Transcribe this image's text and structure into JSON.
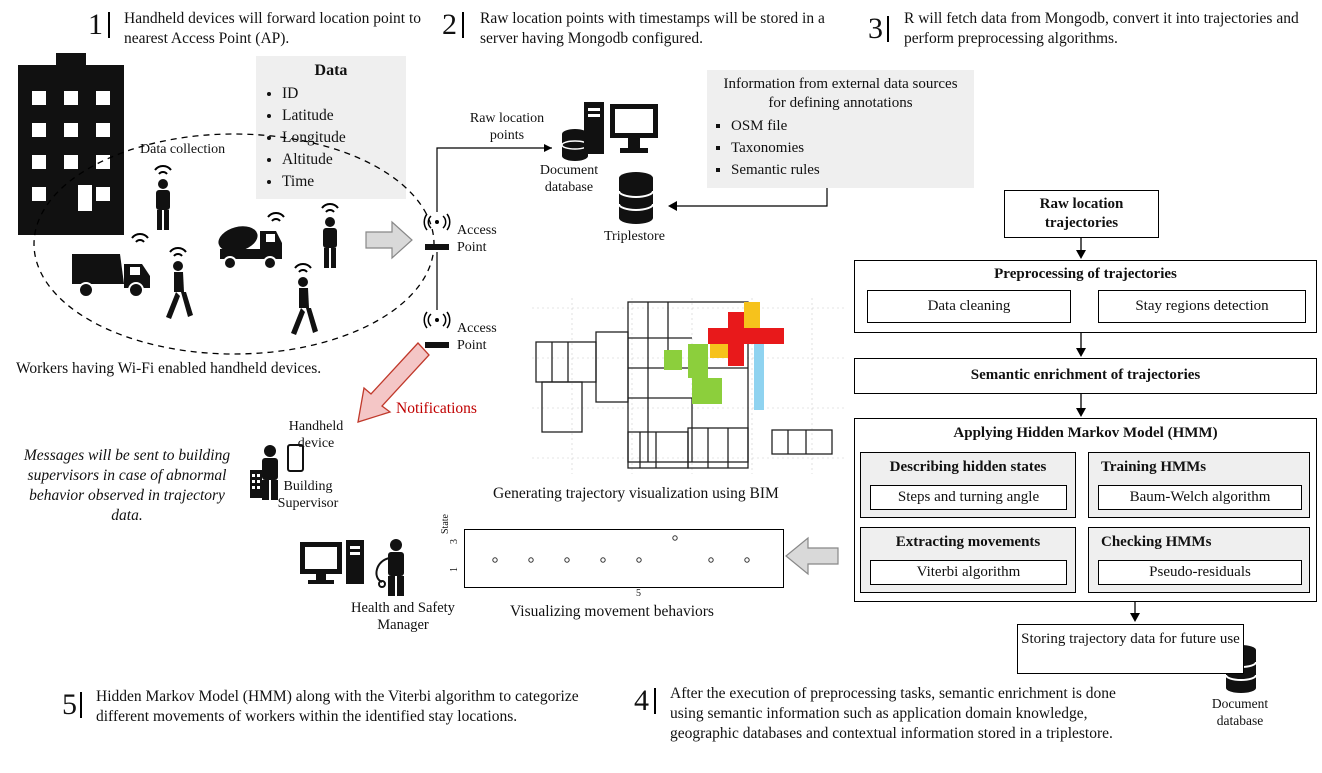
{
  "steps": [
    {
      "num": "1",
      "text": "Handheld devices will forward location point to nearest Access Point (AP)."
    },
    {
      "num": "2",
      "text": "Raw location points with timestamps will be stored in a server having Mongodb configured."
    },
    {
      "num": "3",
      "text": "R will fetch data from Mongodb, convert it into trajectories and perform preprocessing algorithms."
    },
    {
      "num": "4",
      "text": "After the execution of preprocessing tasks, semantic enrichment is done using semantic information such as application domain knowledge, geographic databases and contextual information stored in a triplestore."
    },
    {
      "num": "5",
      "text": "Hidden Markov Model (HMM) along with the Viterbi algorithm to categorize different movements of workers within the identified stay locations."
    }
  ],
  "data_box": {
    "title": "Data",
    "items": [
      "ID",
      "Latitude",
      "Longitude",
      "Altitude",
      "Time"
    ]
  },
  "labels": {
    "data_collection": "Data collection",
    "workers": "Workers having Wi-Fi enabled handheld devices.",
    "access_point_1": "Access Point",
    "access_point_2": "Access Point",
    "raw_location_points": "Raw location points",
    "document_database_1": "Document database",
    "triplestore": "Triplestore",
    "notifications": "Notifications",
    "handheld_device": "Handheld device",
    "building_supervisor": "Building Supervisor",
    "messages": "Messages will be sent to building supervisors in case of abnormal behavior observed in trajectory data.",
    "bim_caption": "Generating trajectory visualization using BIM",
    "health_safety": "Health and Safety Manager",
    "visualizing": "Visualizing movement behaviors",
    "storing": "Storing trajectory data for future use",
    "document_database_2": "Document database"
  },
  "external_sources": {
    "title": "Information from external data sources for defining annotations",
    "items": [
      "OSM file",
      "Taxonomies",
      "Semantic rules"
    ]
  },
  "flow": {
    "raw_trajectories": "Raw location trajectories",
    "preprocessing": "Preprocessing of trajectories",
    "data_cleaning": "Data cleaning",
    "stay_regions": "Stay regions detection",
    "semantic_enrichment": "Semantic enrichment of trajectories",
    "hmm": "Applying Hidden Markov Model (HMM)",
    "describing": "Describing hidden states",
    "steps_angle": "Steps and turning angle",
    "training": "Training HMMs",
    "baum_welch": "Baum-Welch algorithm",
    "extracting": "Extracting movements",
    "viterbi": "Viterbi algorithm",
    "checking": "Checking HMMs",
    "pseudo": "Pseudo-residuals"
  },
  "mini_plot": {
    "ylabel": "State",
    "yticks": [
      "3",
      "1"
    ],
    "xtick": "5",
    "states": [
      1,
      1,
      1,
      1,
      1,
      3,
      1,
      1
    ]
  },
  "colors": {
    "notification_arrow": "#f4c6c6",
    "notification_arrow_stroke": "#c0392b",
    "notification_text": "#c00000",
    "bim_red": "#e8191b",
    "bim_yellow": "#f6c21c",
    "bim_green": "#8ccf3c",
    "bim_blue": "#8fd3f0",
    "gray_box": "#efefef"
  }
}
